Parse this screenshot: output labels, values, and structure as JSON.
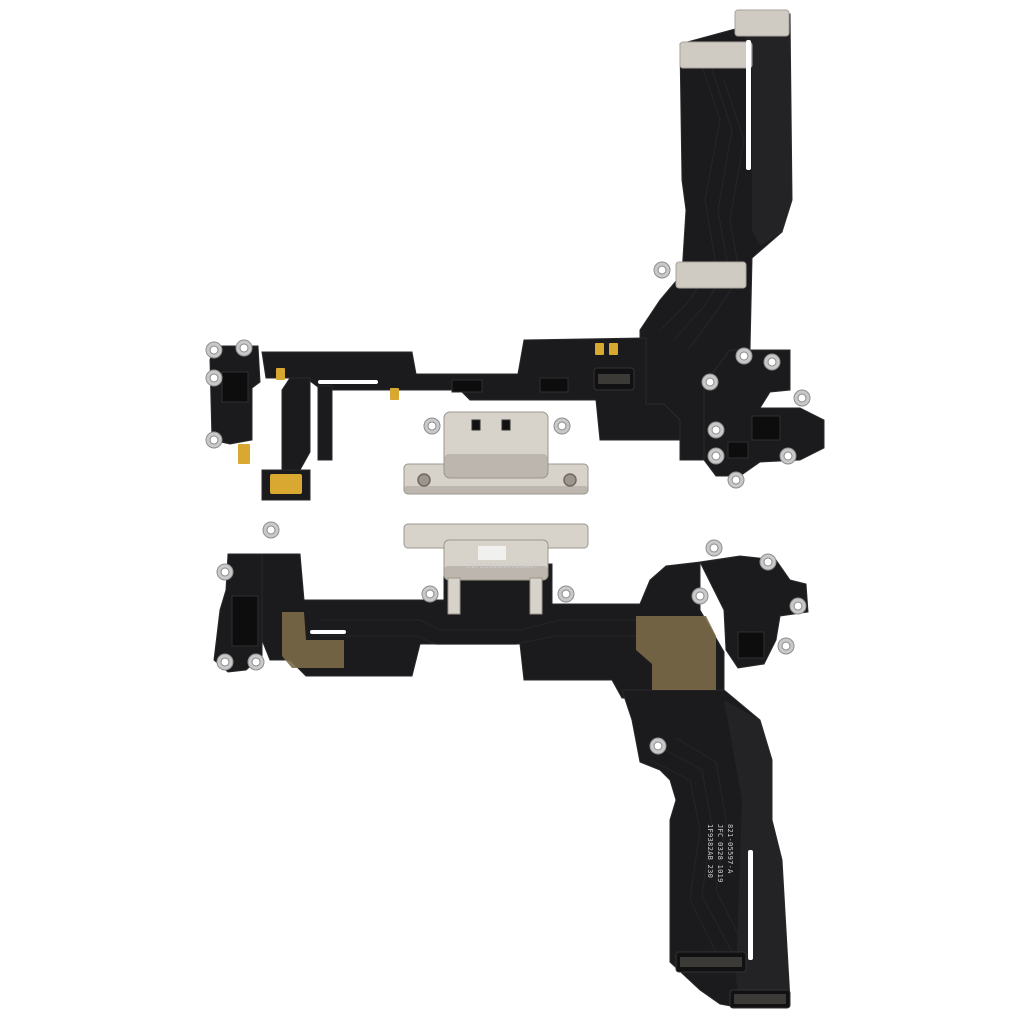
{
  "image": {
    "subject": "flex cable assembly",
    "colors": {
      "background": "#ffffff",
      "flex": "#1b1b1d",
      "flex_edge": "#2a2a2d",
      "trace": "#242427",
      "stiffener": "#cfcac2",
      "stiffener_shadow": "#a9a39a",
      "gold": "#d9a830",
      "copper": "#7a6a48",
      "connector": "#d7d2ca",
      "connector_dark": "#9c958c",
      "silver_tab": "#c9c9c9",
      "component": "#0d0d0e",
      "label_text": "#cfcfcf"
    }
  },
  "markings": {
    "part_line_1": "821-05597-A",
    "part_line_2": "JFC 0328 1019",
    "part_line_3": "1F9382AB 230",
    "connector_label": "C1F3302840000AHT"
  }
}
